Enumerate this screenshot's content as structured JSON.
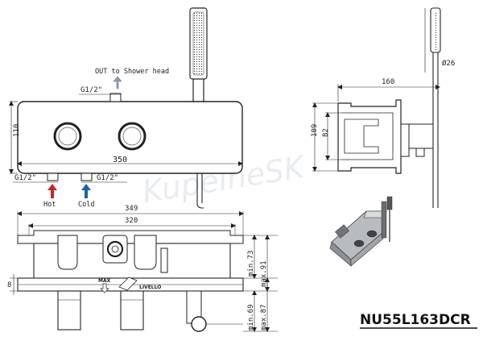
{
  "watermark": "KupelneSK",
  "model_code": "NU55L163DCR",
  "front_view": {
    "out_label": "OUT to Shower head",
    "out_thread": "G1/2\"",
    "width": "350",
    "height": "110",
    "inlet_left_thread": "G1/2\"",
    "inlet_right_thread": "G1/2\"",
    "hot_label": "Hot",
    "cold_label": "Cold",
    "hot_color": "#c0282a",
    "cold_color": "#1f5fb4"
  },
  "side_view": {
    "diameter": "Ø26",
    "depth": "160",
    "height_outer": "109",
    "height_inner": "82"
  },
  "top_view": {
    "overall_width": "349",
    "box_width": "320",
    "plate_thickness": "8",
    "min_depth": "min.73",
    "max_depth": "max.91",
    "min_depth_2": "min.69",
    "max_depth_2": "max.87",
    "max_label": "MAX",
    "lvl_label": "LIVELLO"
  }
}
